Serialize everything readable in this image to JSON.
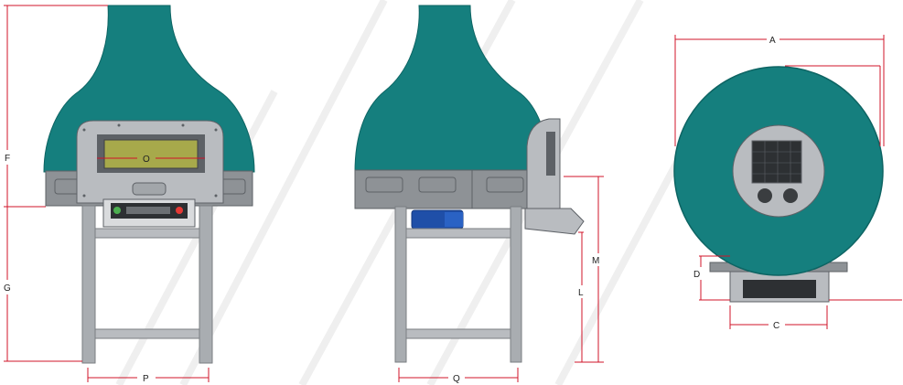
{
  "colors": {
    "teal_body": "#157f7e",
    "teal_dark": "#0d6463",
    "steel": "#b9bcc0",
    "steel_dark": "#5d6166",
    "steel_mid": "#8e9296",
    "leg": "#a9adb1",
    "dimension_red": "#d0142a",
    "window_glass": "#a7a94b",
    "motor_blue": "#1f4fa8",
    "background": "#ffffff",
    "watermark": "#eeeeee"
  },
  "labels": {
    "A": "A",
    "C": "C",
    "D": "D",
    "F": "F",
    "G": "G",
    "L": "L",
    "M": "M",
    "O": "O",
    "P": "P",
    "Q": "Q"
  }
}
